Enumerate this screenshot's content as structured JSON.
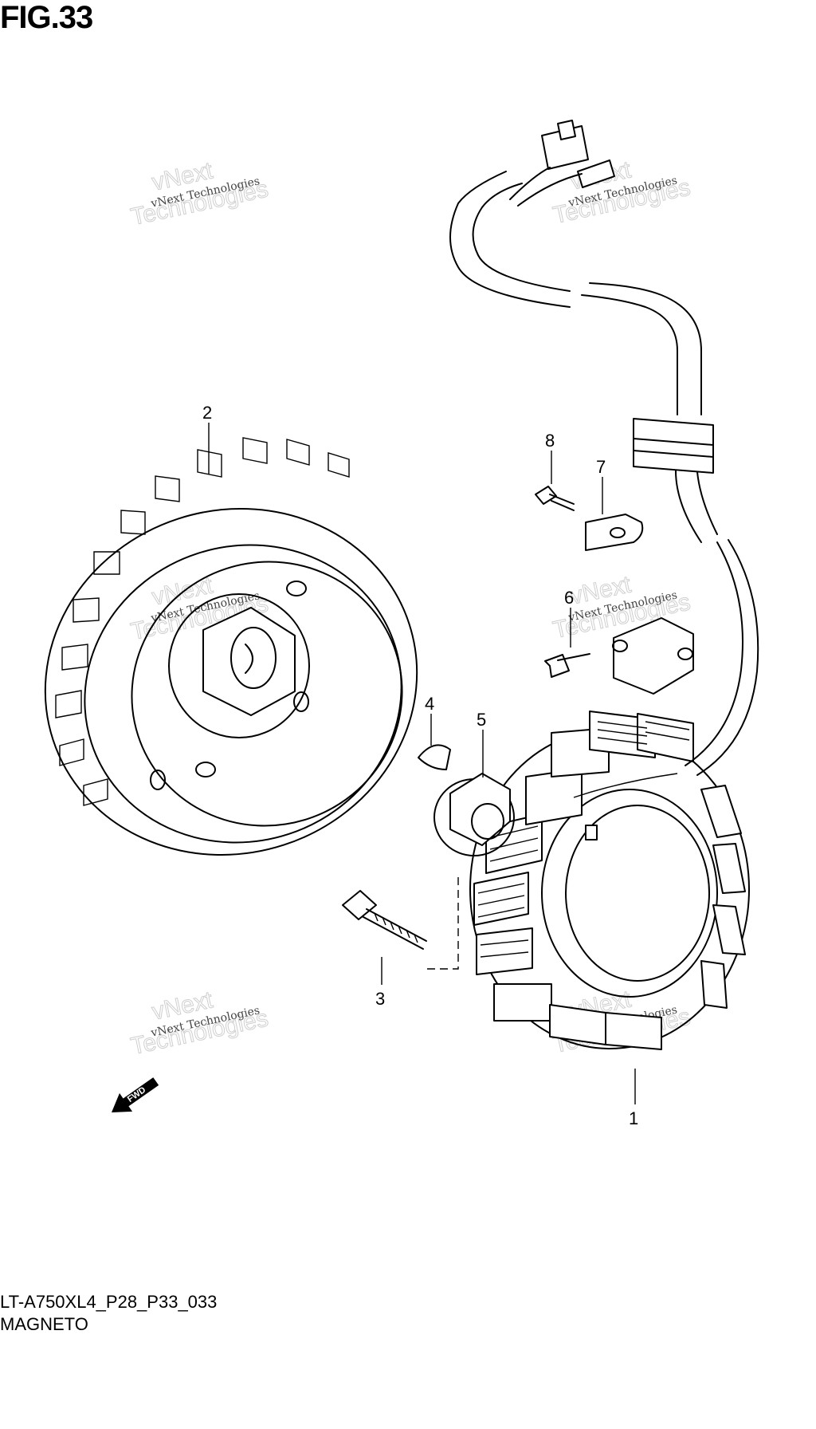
{
  "header": {
    "figure_label": "FIG.33"
  },
  "footer": {
    "model_code": "LT-A750XL4_P28_P33_033",
    "section_name": "MAGNETO"
  },
  "callouts": {
    "c1": "1",
    "c2": "2",
    "c3": "3",
    "c4": "4",
    "c5": "5",
    "c6": "6",
    "c7": "7",
    "c8": "8"
  },
  "direction_arrow": {
    "label": "FWD",
    "icon": "forward-arrow-icon"
  },
  "watermark": {
    "line1": "vNext Technologies",
    "line2": "vNext",
    "line3": "Technologies"
  }
}
